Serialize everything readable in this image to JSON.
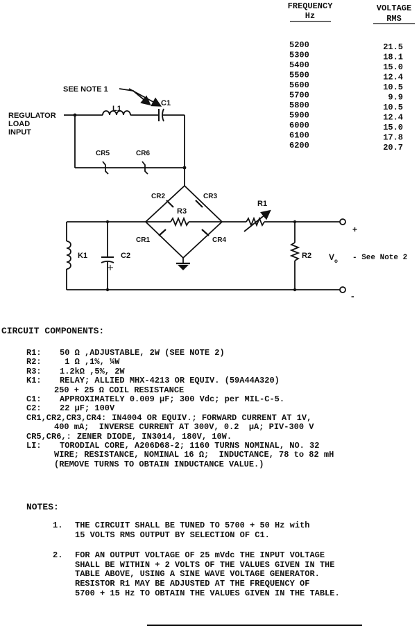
{
  "table": {
    "col1_header_line1": "FREQUENCY",
    "col1_header_line2": "Hz",
    "col2_header_line1": "VOLTAGE",
    "col2_header_line2": "RMS",
    "rows": [
      {
        "freq": "5200",
        "volt": "21.5"
      },
      {
        "freq": "5300",
        "volt": "18.1"
      },
      {
        "freq": "5400",
        "volt": "15.0"
      },
      {
        "freq": "5500",
        "volt": "12.4"
      },
      {
        "freq": "5600",
        "volt": "10.5"
      },
      {
        "freq": "5700",
        "volt": "9.9"
      },
      {
        "freq": "5800",
        "volt": "10.5"
      },
      {
        "freq": "5900",
        "volt": "12.4"
      },
      {
        "freq": "6000",
        "volt": "15.0"
      },
      {
        "freq": "6100",
        "volt": "17.8"
      },
      {
        "freq": "6200",
        "volt": "20.7"
      }
    ]
  },
  "diagram": {
    "see_note_1": "SEE NOTE 1",
    "input_line1": "REGULATOR",
    "input_line2": "LOAD",
    "input_line3": "INPUT",
    "L1": "L1",
    "C1": "C1",
    "CR5": "CR5",
    "CR6": "CR6",
    "CR2": "CR2",
    "CR3": "CR3",
    "R3": "R3",
    "R1": "R1",
    "CR1": "CR1",
    "CR4": "CR4",
    "K1": "K1",
    "C2": "C2",
    "R2": "R2",
    "vo": "V",
    "vo_sub": "o",
    "see_note_2": "- See Note 2",
    "plus": "+",
    "minus": "-"
  },
  "components": {
    "title": "CIRCUIT COMPONENTS:",
    "items": [
      {
        "key": "R1:",
        "lines": [
          "50 Ω ,ADJUSTABLE, 2W (SEE NOTE 2)"
        ]
      },
      {
        "key": "R2:",
        "lines": [
          " 1 Ω ,1%, ¼W"
        ]
      },
      {
        "key": "R3:",
        "lines": [
          "1.2kΩ ,5%, 2W"
        ]
      },
      {
        "key": "K1:",
        "lines": [
          "RELAY; ALLIED MHX-4213 OR EQUIV. (59A44A320)",
          "250 + 25 Ω COIL RESISTANCE"
        ]
      },
      {
        "key": "C1:",
        "lines": [
          "APPROXIMATELY 0.009 µF; 300 Vdc; per MIL-C-5."
        ]
      },
      {
        "key": "C2:",
        "lines": [
          "22 µF; 100V"
        ]
      },
      {
        "key": "CR1,CR2,CR3,CR4:",
        "lines": [
          "IN4004 OR EQUIV.; FORWARD CURRENT AT 1V,",
          "400 mA;  INVERSE CURRENT AT 300V, 0.2  µA; PIV-300 V"
        ]
      },
      {
        "key": "CR5,CR6,:",
        "lines": [
          "ZENER DIODE, IN3014, 180V, 10W."
        ]
      },
      {
        "key": "LI:",
        "lines": [
          "TORODIAL CORE, A206D68-2; 1160 TURNS NOMINAL, NO. 32",
          "WIRE; RESISTANCE, NOMINAL 16 Ω;  INDUCTANCE, 78 to 82 mH",
          "(REMOVE TURNS TO OBTAIN INDUCTANCE VALUE.)"
        ]
      }
    ]
  },
  "notes": {
    "title": "NOTES:",
    "items": [
      {
        "num": "1.",
        "text": "THE CIRCUIT SHALL BE TUNED TO 5700 + 50 Hz with\n15 VOLTS RMS OUTPUT BY SELECTION OF C1."
      },
      {
        "num": "2.",
        "text": "FOR AN OUTPUT VOLTAGE OF 25 mVdc THE INPUT VOLTAGE\nSHALL BE WITHIN + 2 VOLTS OF THE VALUES GIVEN IN THE\nTABLE ABOVE, USING A SINE WAVE VOLTAGE GENERATOR.\nRESISTOR R1 MAY BE ADJUSTED AT THE FREQUENCY OF\n5700 + 15 Hz TO OBTAIN THE VALUES GIVEN IN THE TABLE."
      }
    ]
  }
}
